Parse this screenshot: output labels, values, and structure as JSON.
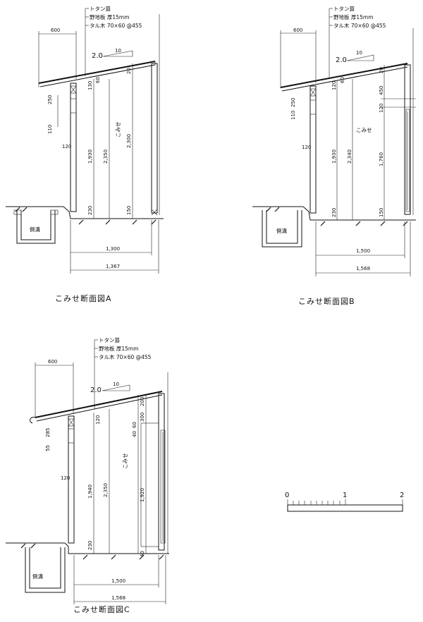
{
  "sections": [
    {
      "id": "a",
      "caption": "こみせ断面図A",
      "notes": [
        "トタン葺",
        "野地板 厚15mm",
        "タル木 70×60 @455"
      ],
      "slope": {
        "rise": "2.0",
        "run": "10"
      },
      "eave_width": "600",
      "room_label": "こみせ",
      "gutter_label": "側溝",
      "dims_vertical": [
        "250",
        "110",
        "120",
        "1,930",
        "2,350",
        "2,300",
        "230",
        "150",
        "130",
        "60",
        "20"
      ],
      "dims_horizontal": [
        "1,300",
        "1,367"
      ]
    },
    {
      "id": "b",
      "caption": "こみせ断面図B",
      "notes": [
        "トタン葺",
        "野地板 厚15mm",
        "タル木 70×60 @455"
      ],
      "slope": {
        "rise": "2.0",
        "run": "10"
      },
      "eave_width": "600",
      "room_label": "こみせ",
      "gutter_label": "側溝",
      "dims_vertical": [
        "110",
        "250",
        "120",
        "1,930",
        "2,340",
        "230",
        "150",
        "120",
        "450",
        "120",
        "1,760",
        "60",
        "20"
      ],
      "dims_horizontal": [
        "1,500",
        "1,568"
      ]
    },
    {
      "id": "c",
      "caption": "こみせ断面図C",
      "notes": [
        "トタン葺",
        "野地板 厚15mm",
        "タル木 70×60 @455"
      ],
      "slope": {
        "rise": "2.0",
        "run": "10"
      },
      "eave_width": "600",
      "room_label": "こみせ",
      "gutter_label": "側溝",
      "dims_vertical": [
        "55",
        "285",
        "120",
        "1,940",
        "2,350",
        "230",
        "40",
        "60",
        "300",
        "1,920",
        "40",
        "120",
        "200"
      ],
      "dims_horizontal": [
        "1,500",
        "1,568"
      ]
    }
  ],
  "scale_bar": {
    "labels": [
      "0",
      "1",
      "2"
    ]
  }
}
